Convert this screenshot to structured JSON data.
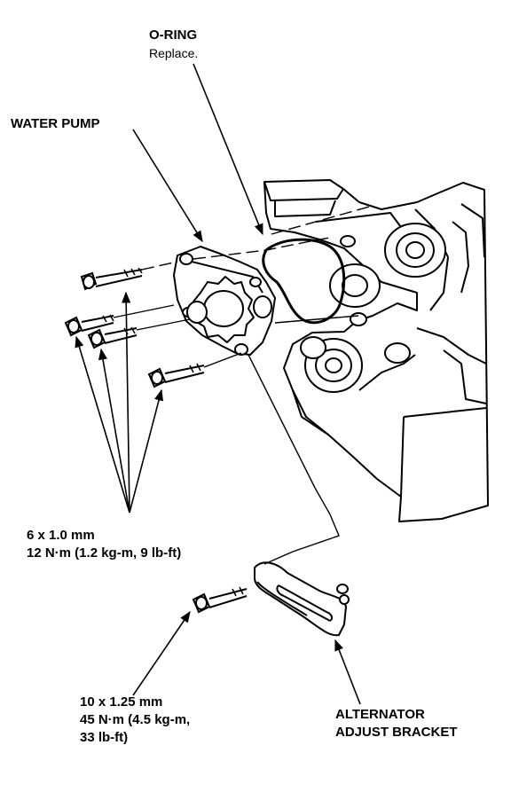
{
  "labels": {
    "o_ring": {
      "title": "O-RING",
      "note": "Replace."
    },
    "water_pump": "WATER PUMP",
    "bolt_small": {
      "size": "6 x 1.0 mm",
      "torque": "12 N·m (1.2 kg-m, 9 lb-ft)"
    },
    "bolt_large": {
      "size": "10 x 1.25 mm",
      "torque_line1": "45 N·m (4.5 kg-m,",
      "torque_line2": "33 lb-ft)"
    },
    "bracket": {
      "line1": "ALTERNATOR",
      "line2": "ADJUST BRACKET"
    }
  },
  "colors": {
    "ink": "#000000",
    "paper": "#ffffff"
  }
}
